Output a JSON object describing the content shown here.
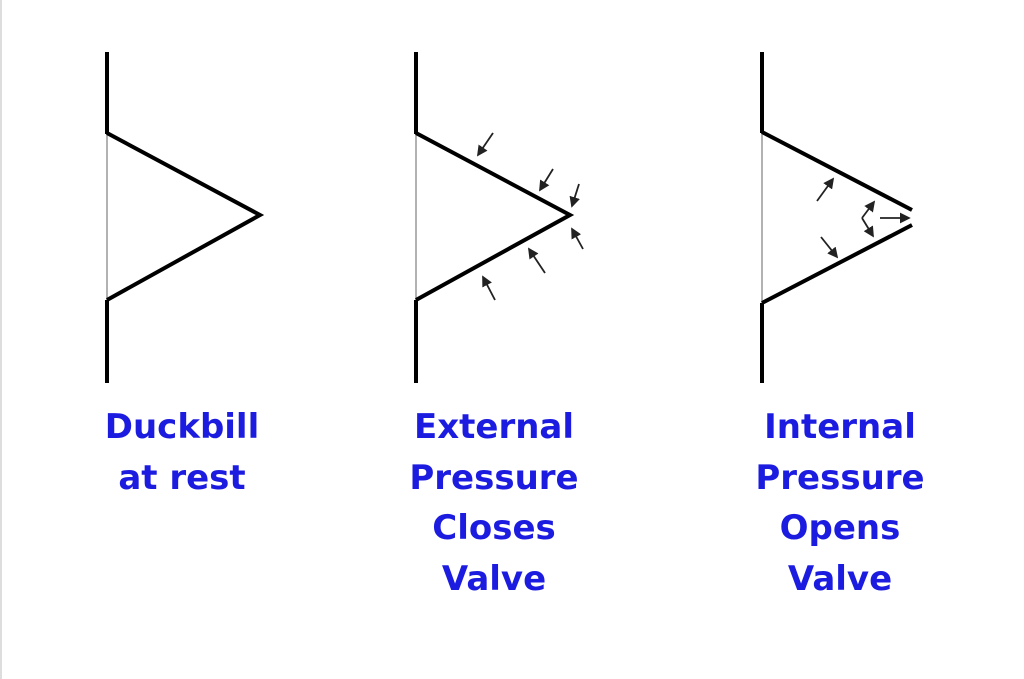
{
  "colors": {
    "label": "#1c1ce0",
    "line": "#000000"
  },
  "diagrams": [
    {
      "name": "duckbill-at-rest",
      "label_lines": [
        "Duckbill",
        "at rest"
      ]
    },
    {
      "name": "external-pressure",
      "label_lines": [
        "External",
        "Pressure",
        "Closes",
        "Valve"
      ]
    },
    {
      "name": "internal-pressure",
      "label_lines": [
        "Internal",
        "Pressure",
        "Opens",
        "Valve"
      ]
    }
  ]
}
